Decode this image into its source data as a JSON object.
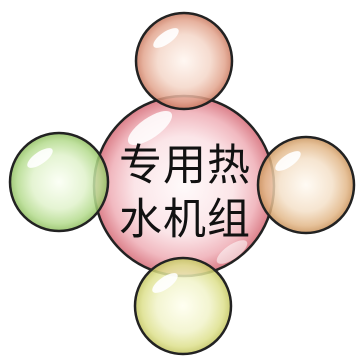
{
  "diagram": {
    "center": {
      "label_line_1": "专用热",
      "label_line_2": "水机组",
      "color": "#e28a92"
    },
    "satellites": [
      {
        "id": "top",
        "color": "#d8876f"
      },
      {
        "id": "left",
        "color": "#9fcf72"
      },
      {
        "id": "right",
        "color": "#d9a36c"
      },
      {
        "id": "bottom",
        "color": "#d9de7a"
      }
    ]
  }
}
